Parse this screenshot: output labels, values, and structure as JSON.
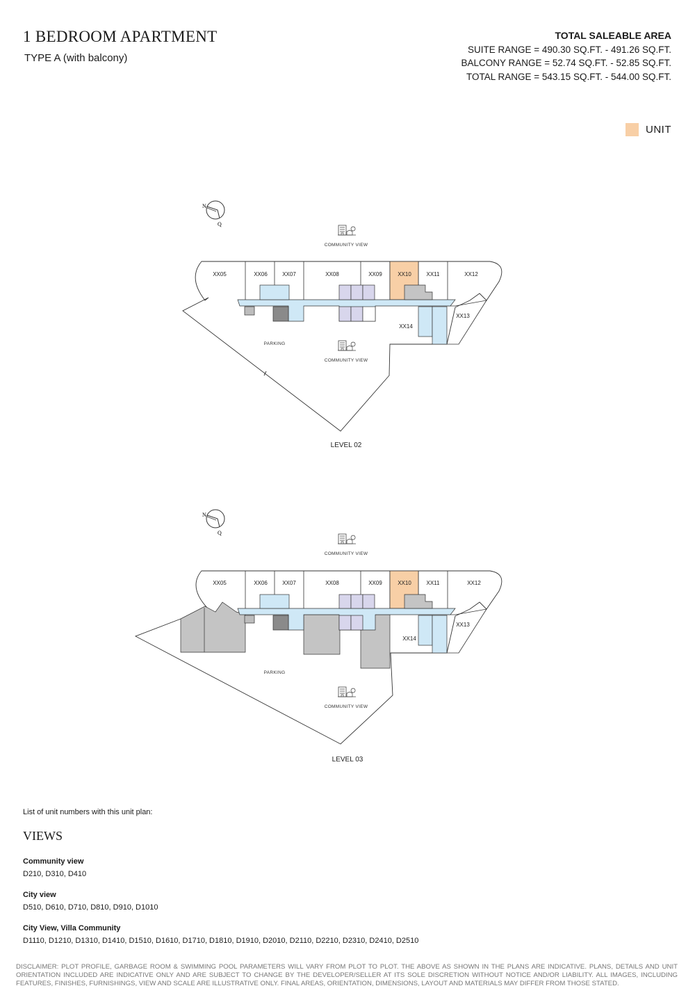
{
  "header": {
    "title": "1 BEDROOM APARTMENT",
    "subtitle": "TYPE A (with balcony)"
  },
  "area": {
    "heading": "TOTAL SALEABLE AREA",
    "suite": "SUITE RANGE = 490.30 SQ.FT. -  491.26 SQ.FT.",
    "balcony": "BALCONY RANGE = 52.74 SQ.FT. -  52.85 SQ.FT.",
    "total": "TOTAL RANGE = 543.15 SQ.FT. -  544.00 SQ.FT."
  },
  "legend": {
    "label": "UNIT",
    "color": "#f8cfa6"
  },
  "compass": {
    "n": "N",
    "q": "Q"
  },
  "plans": [
    {
      "level": "LEVEL 02",
      "view_top": "COMMUNITY VIEW",
      "view_bottom": "COMMUNITY VIEW",
      "parking": "PARKING",
      "units": [
        "XX05",
        "XX06",
        "XX07",
        "XX08",
        "XX09",
        "XX10",
        "XX11",
        "XX12",
        "XX13",
        "XX14"
      ]
    },
    {
      "level": "LEVEL 03",
      "view_top": "COMMUNITY VIEW",
      "view_bottom": "COMMUNITY VIEW",
      "parking": "PARKING",
      "units": [
        "XX05",
        "XX06",
        "XX07",
        "XX08",
        "XX09",
        "XX10",
        "XX11",
        "XX12",
        "XX13",
        "XX14"
      ]
    }
  ],
  "highlighted_unit": "XX10",
  "list": {
    "heading": "List of unit numbers with this unit plan:",
    "views_title": "VIEWS",
    "groups": [
      {
        "name": "Community view",
        "units": "D210, D310, D410"
      },
      {
        "name": "City view",
        "units": "D510, D610, D710, D810, D910, D1010"
      },
      {
        "name": "City View, Villa Community",
        "units": "D1110, D1210, D1310, D1410, D1510, D1610, D1710, D1810, D1910, D2010, D2110, D2210, D2310, D2410, D2510"
      }
    ]
  },
  "disclaimer": "DISCLAIMER: PLOT PROFILE, GARBAGE ROOM & SWIMMING POOL PARAMETERS WILL VARY FROM PLOT TO PLOT. THE ABOVE AS SHOWN IN THE PLANS ARE INDICATIVE. PLANS, DETAILS AND UNIT ORIENTATION INCLUDED ARE INDICATIVE ONLY AND ARE SUBJECT TO CHANGE BY THE DEVELOPER/SELLER AT ITS SOLE DISCRETION WITHOUT NOTICE AND/OR LIABILITY. ALL IMAGES, INCLUDING FEATURES, FINISHES, FURNISHINGS, VIEW AND SCALE ARE ILLUSTRATIVE ONLY. FINAL AREAS, ORIENTATION, DIMENSIONS, LAYOUT AND MATERIALS MAY DIFFER FROM THOSE STATED."
}
